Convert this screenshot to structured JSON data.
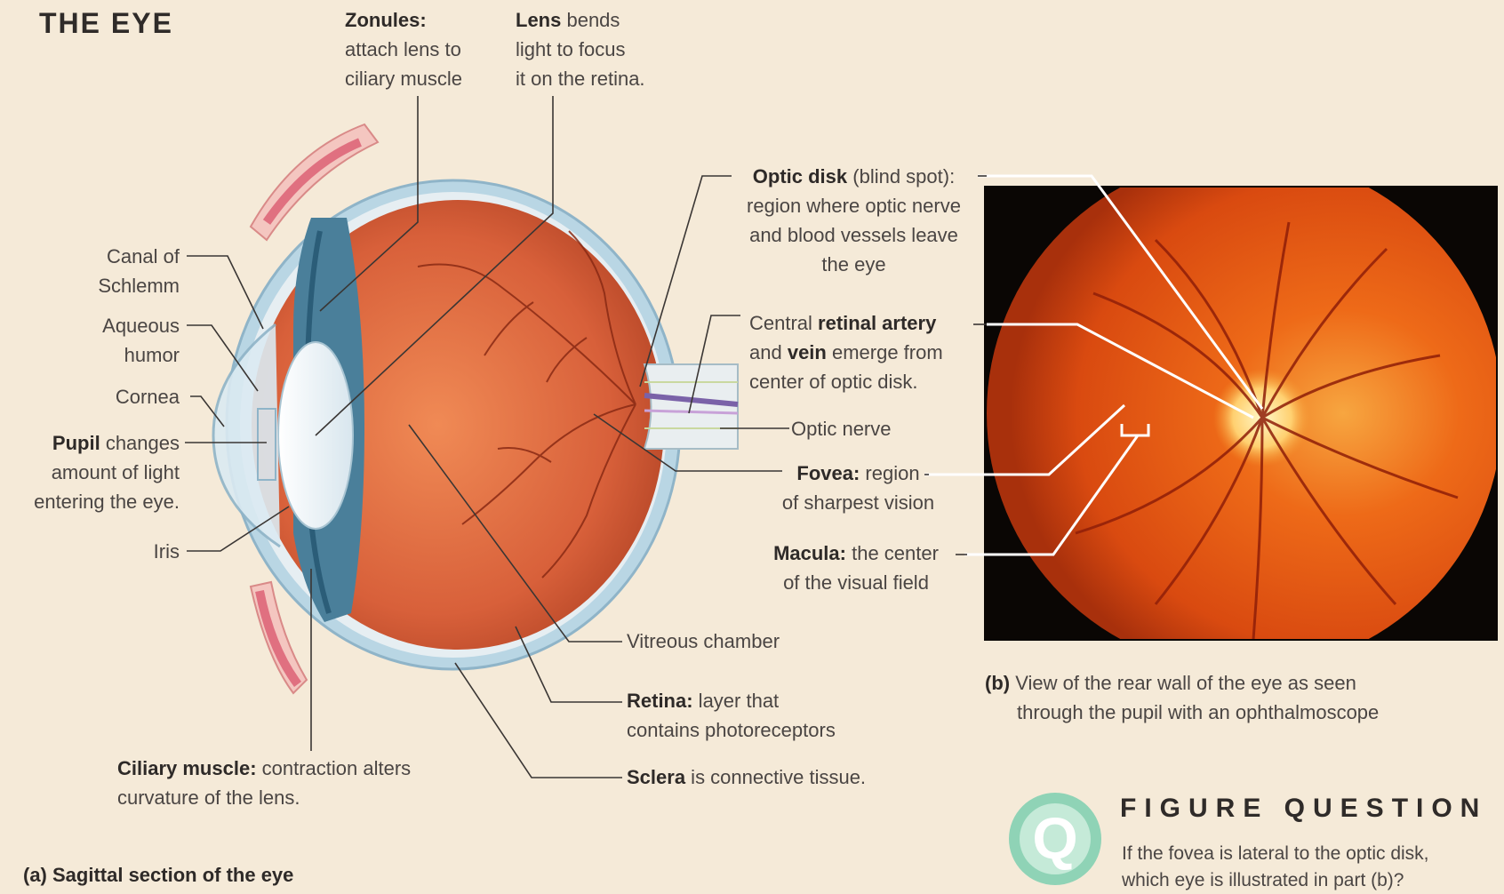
{
  "header": {
    "title": "THE EYE"
  },
  "left_labels": {
    "zonules_bold": "Zonules:",
    "zonules_l1": "attach lens to",
    "zonules_l2": "ciliary muscle",
    "lens_bold": "Lens",
    "lens_l1": " bends",
    "lens_l2": "light to focus",
    "lens_l3": "it on the retina.",
    "canal_l1": "Canal of",
    "canal_l2": "Schlemm",
    "aqueous_l1": "Aqueous",
    "aqueous_l2": "humor",
    "cornea": "Cornea",
    "pupil_bold": "Pupil",
    "pupil_l1": " changes",
    "pupil_l2": "amount of light",
    "pupil_l3": "entering the eye.",
    "iris": "Iris",
    "ciliary_bold": "Ciliary muscle:",
    "ciliary_l1": " contraction alters",
    "ciliary_l2": "curvature of the lens."
  },
  "right_labels": {
    "optic_disk_bold": "Optic disk",
    "optic_disk_l1": " (blind spot):",
    "optic_disk_l2": "region where optic nerve",
    "optic_disk_l3": "and blood vessels leave",
    "optic_disk_l4": "the eye",
    "artery_pre": "Central ",
    "artery_bold": "retinal artery",
    "artery_l2_pre": "and ",
    "artery_l2_bold": "vein",
    "artery_l2_post": " emerge from",
    "artery_l3": "center of optic disk.",
    "optic_nerve": "Optic nerve",
    "fovea_bold": "Fovea:",
    "fovea_l1": " region",
    "fovea_l2": "of sharpest vision",
    "macula_bold": "Macula:",
    "macula_l1": " the center",
    "macula_l2": "of the visual field",
    "vitreous": "Vitreous chamber",
    "retina_bold": "Retina:",
    "retina_l1": " layer that",
    "retina_l2": "contains photoreceptors",
    "sclera_bold": "Sclera",
    "sclera_l1": " is connective tissue."
  },
  "captions": {
    "a": "(a) Sagittal section of the eye",
    "b_tag": "(b)",
    "b_l1": " View of the rear wall of the eye as seen",
    "b_l2": "through the pupil with an ophthalmoscope"
  },
  "figure_question": {
    "badge": "Q",
    "heading": "FIGURE QUESTION",
    "l1": "If the fovea is lateral to the optic disk,",
    "l2": "which eye is illustrated in part (b)?"
  },
  "colors": {
    "background": "#f5ead8",
    "eyeball": "#c8542c",
    "fundus": "#d85a1a",
    "leader": "#3a3634",
    "white_leader": "#ffffff",
    "badge": "#8fd3b6"
  }
}
